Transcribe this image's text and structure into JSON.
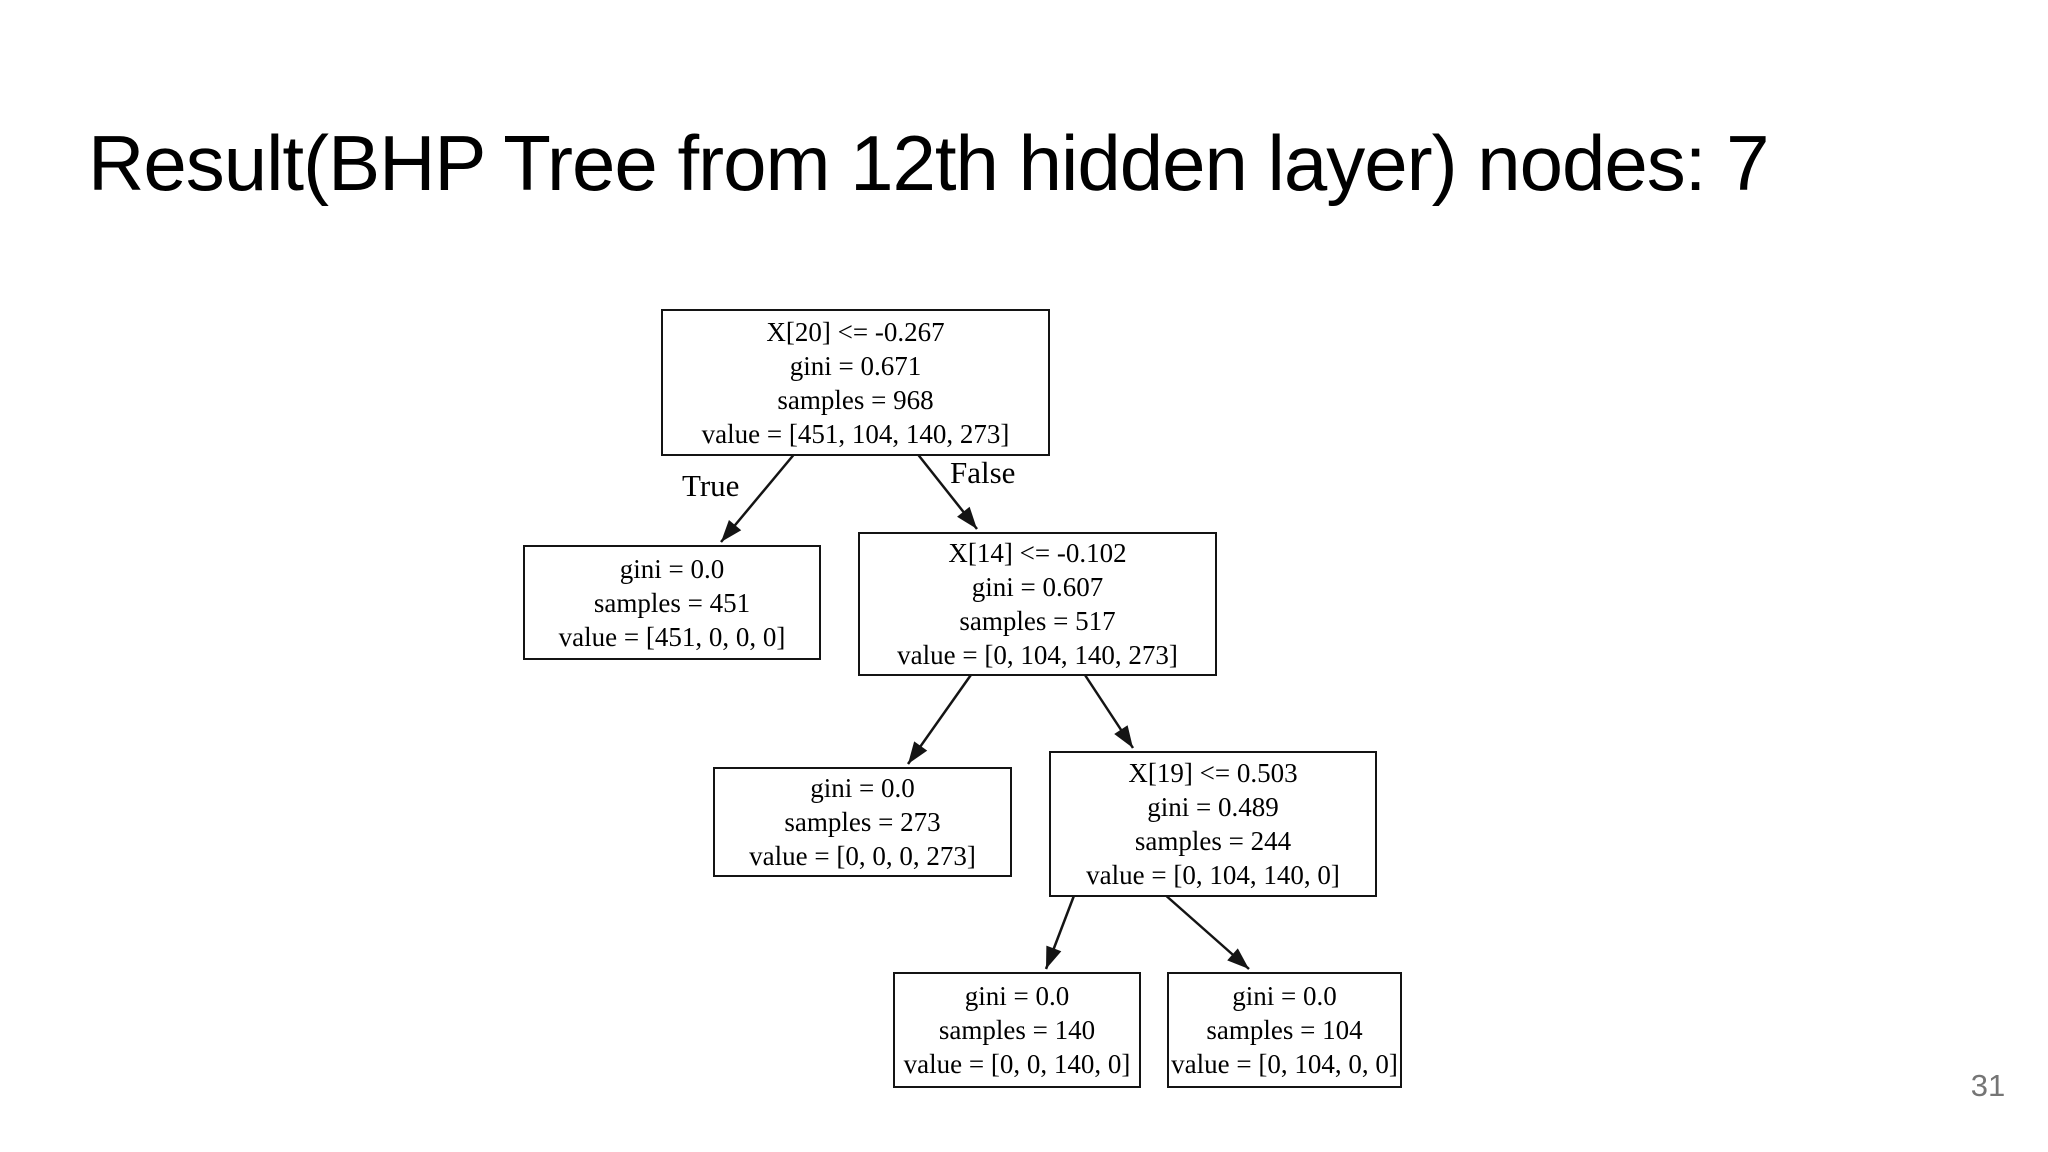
{
  "slide": {
    "title": "Result(BHP Tree from 12th hidden layer) nodes: 7",
    "page_number": "31"
  },
  "tree": {
    "edge_labels": {
      "left": "True",
      "right": "False"
    },
    "nodes": {
      "root": {
        "lines": [
          "X[20] <= -0.267",
          "gini = 0.671",
          "samples = 968",
          "value = [451, 104, 140, 273]"
        ]
      },
      "leaf_451": {
        "lines": [
          "gini = 0.0",
          "samples = 451",
          "value = [451, 0, 0, 0]"
        ]
      },
      "split_x14": {
        "lines": [
          "X[14] <= -0.102",
          "gini = 0.607",
          "samples = 517",
          "value = [0, 104, 140, 273]"
        ]
      },
      "leaf_273": {
        "lines": [
          "gini = 0.0",
          "samples = 273",
          "value = [0, 0, 0, 273]"
        ]
      },
      "split_x19": {
        "lines": [
          "X[19] <= 0.503",
          "gini = 0.489",
          "samples = 244",
          "value = [0, 104, 140, 0]"
        ]
      },
      "leaf_140": {
        "lines": [
          "gini = 0.0",
          "samples = 140",
          "value = [0, 0, 140, 0]"
        ]
      },
      "leaf_104": {
        "lines": [
          "gini = 0.0",
          "samples = 104",
          "value = [0, 104, 0, 0]"
        ]
      }
    }
  },
  "colors": {
    "background": "#ffffff",
    "text": "#000000",
    "line": "#141414",
    "page_number": "#757575"
  }
}
